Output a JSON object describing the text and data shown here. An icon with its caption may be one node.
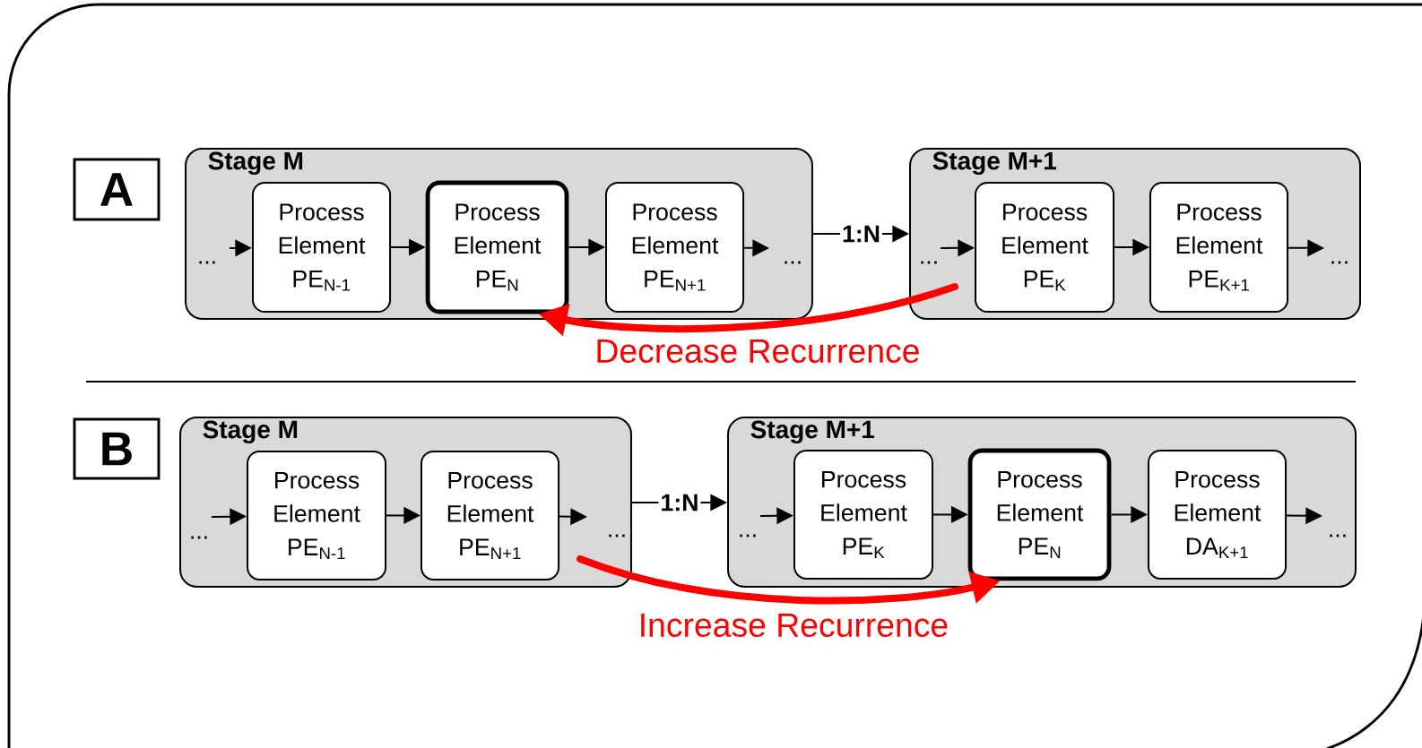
{
  "diagram": {
    "nodes": [
      {
        "text": [
          "A"
        ]
      },
      {
        "text": [
          "Stage M"
        ]
      },
      {
        "text": [
          "Process Element PE$_{N-1}$"
        ],
        "in": 1
      },
      {
        "text": [
          "Process Element PE$_{N}$"
        ],
        "in": 1
      },
      {
        "text": [
          "Process Element PE$_{N+1}$"
        ],
        "in": 1
      },
      {
        "text": [
          "Stage M+1"
        ]
      },
      {
        "text": [
          "Process Element PE$_{K}$"
        ],
        "in": 5
      },
      {
        "text": [
          "Process Element PE$_{K+1}$"
        ],
        "in": 5
      },
      {
        "text": [
          "B"
        ]
      },
      {
        "text": [
          "Stage M"
        ]
      },
      {
        "text": [
          "Process Element PE$_{N-1}$"
        ],
        "in": 9
      },
      {
        "text": [
          "Process Element PE$_{N+1}$"
        ],
        "in": 9
      },
      {
        "text": [
          "Stage M+1"
        ]
      },
      {
        "text": [
          "Process Element PE$_{K}$"
        ],
        "in": 12
      },
      {
        "text": [
          "Process Element PE$_{N}$"
        ],
        "in": 12
      },
      {
        "text": [
          "Process Element DA$_{K+1}$"
        ],
        "in": 12
      }
    ],
    "edges": [
      {
        "from": null,
        "to": 2,
        "arrow": "to"
      },
      {
        "from": 2,
        "to": 3,
        "arrow": "to"
      },
      {
        "from": 3,
        "to": 4,
        "arrow": "to"
      },
      {
        "from": 4,
        "to": null,
        "arrow": "to"
      },
      {
        "from": 1,
        "to": 5,
        "arrow": "to",
        "label": "1:N"
      },
      {
        "from": null,
        "to": 6,
        "arrow": "to"
      },
      {
        "from": 6,
        "to": 7,
        "arrow": "to"
      },
      {
        "from": 7,
        "to": null,
        "arrow": "to"
      },
      {
        "from": 6,
        "to": 3,
        "arrow": "to",
        "label": "Decrease Recurrence",
        "style": "thick",
        "color": "#ff0000"
      },
      {
        "from": null,
        "to": 10,
        "arrow": "to"
      },
      {
        "from": 10,
        "to": 11,
        "arrow": "to"
      },
      {
        "from": 11,
        "to": null,
        "arrow": "to"
      },
      {
        "from": 9,
        "to": 12,
        "arrow": "to",
        "label": "1:N"
      },
      {
        "from": null,
        "to": 13,
        "arrow": "to"
      },
      {
        "from": 13,
        "to": 14,
        "arrow": "to"
      },
      {
        "from": 14,
        "to": 15,
        "arrow": "to"
      },
      {
        "from": 15,
        "to": null,
        "arrow": "to"
      },
      {
        "from": 11,
        "to": 14,
        "arrow": "to",
        "label": "Increase Recurrence",
        "style": "thick",
        "color": "#ff0000"
      }
    ],
    "labels": [
      "...",
      "...",
      "...",
      "...",
      "...",
      "...",
      "...",
      "..."
    ]
  }
}
